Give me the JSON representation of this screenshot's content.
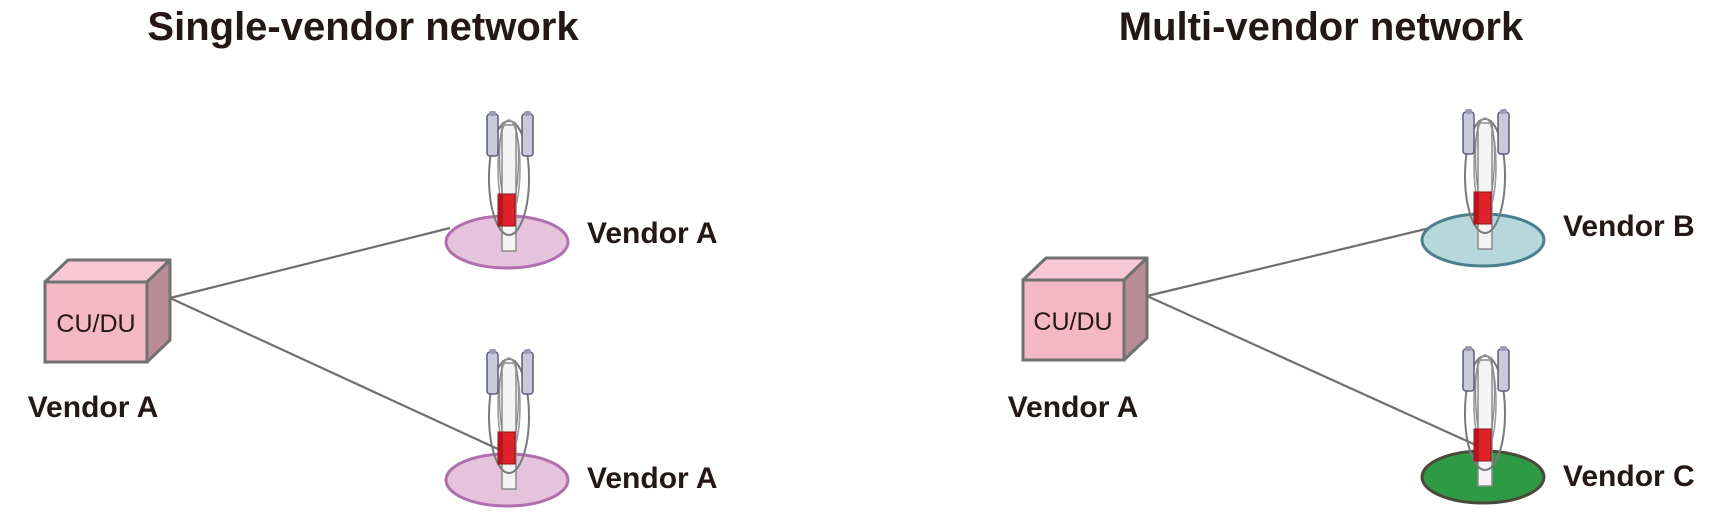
{
  "panels": {
    "left": {
      "title": "Single-vendor network",
      "cudu": {
        "label": "CU/DU",
        "vendor": "Vendor A"
      },
      "sites": [
        {
          "vendor": "Vendor A",
          "color": "#e6c3dc",
          "stroke": "#b06fae"
        },
        {
          "vendor": "Vendor A",
          "color": "#e6c3dc",
          "stroke": "#b06fae"
        }
      ]
    },
    "right": {
      "title": "Multi-vendor network",
      "cudu": {
        "label": "CU/DU",
        "vendor": "Vendor A"
      },
      "sites": [
        {
          "vendor": "Vendor B",
          "color": "#b6d8dc",
          "stroke": "#4a7f8e"
        },
        {
          "vendor": "Vendor C",
          "color": "#2e9a45",
          "stroke": "#4a4a3a"
        }
      ]
    }
  },
  "colors": {
    "box_front": "#f3b7c6",
    "box_top": "#f7c8d5",
    "box_side": "#b98d97",
    "box_stroke": "#717171",
    "link_line": "#6f6f6f",
    "radio_unit": "#e0232b",
    "antenna_fill": "#c9c9dd"
  },
  "icons": {
    "cudu": "cube-box",
    "site": "cell-tower-icon"
  }
}
